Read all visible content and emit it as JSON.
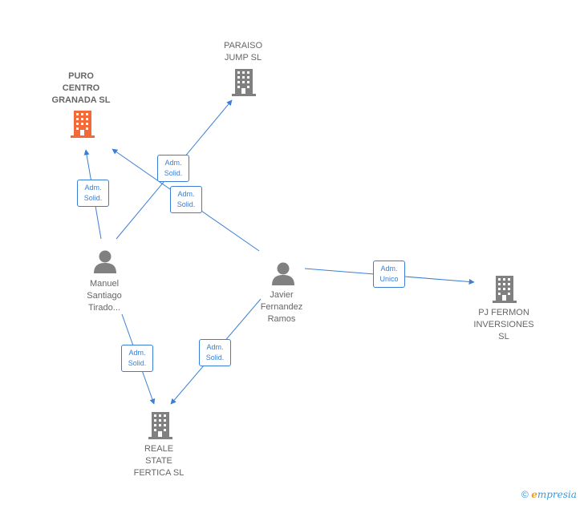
{
  "colors": {
    "edge": "#3a7fd5",
    "main_company_icon": "#f26a3a",
    "company_icon": "#808080",
    "person_icon": "#808080",
    "label_text": "#666666"
  },
  "nodes": {
    "puro": {
      "lines": [
        "PURO",
        "CENTRO",
        "GRANADA  SL"
      ]
    },
    "paraiso": {
      "lines": [
        "PARAISO",
        "JUMP  SL"
      ]
    },
    "manuel": {
      "lines": [
        "Manuel",
        "Santiago",
        "Tirado..."
      ]
    },
    "javier": {
      "lines": [
        "Javier",
        "Fernandez",
        "Ramos"
      ]
    },
    "pjfermon": {
      "lines": [
        "PJ FERMON",
        "INVERSIONES",
        "SL"
      ]
    },
    "reale": {
      "lines": [
        "REALE",
        "STATE",
        "FERTICA  SL"
      ]
    }
  },
  "edges": [
    {
      "id": "manuel-puro",
      "lines": [
        "Adm.",
        "Solid."
      ]
    },
    {
      "id": "manuel-paraiso",
      "lines": [
        "Adm.",
        "Solid."
      ]
    },
    {
      "id": "javier-puro",
      "lines": [
        "Adm.",
        "Solid."
      ]
    },
    {
      "id": "javier-pjfermon",
      "lines": [
        "Adm.",
        "Unico"
      ]
    },
    {
      "id": "manuel-reale",
      "lines": [
        "Adm.",
        "Solid."
      ]
    },
    {
      "id": "javier-reale",
      "lines": [
        "Adm.",
        "Solid."
      ]
    }
  ],
  "footer": {
    "copyright": "©",
    "brand_initial": "e",
    "brand_rest": "mpresia"
  }
}
